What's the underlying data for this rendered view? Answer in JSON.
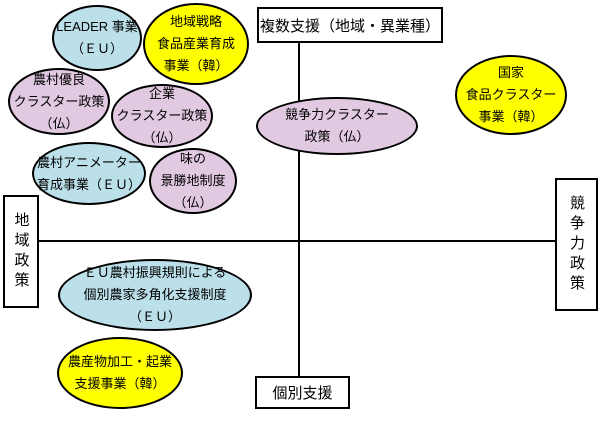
{
  "colors": {
    "yellow": "#FFFF00",
    "blue": "#BCE0EA",
    "pink": "#E1C9E1",
    "line": "#000000"
  },
  "axis_labels": {
    "top": "複数支援（地域・異業種）",
    "bottom": "個別支援",
    "left": "地域政策",
    "right": "競争力政策"
  },
  "bubbles": [
    {
      "id": "chiiki-senryaku",
      "color": "yellow",
      "lines": [
        "地域戦略",
        "食品産業育成",
        "事業（韓）"
      ]
    },
    {
      "id": "leader",
      "color": "blue",
      "lines": [
        "LEADER 事業",
        "（ＥＵ）"
      ]
    },
    {
      "id": "nouson-yuuryou",
      "color": "pink",
      "lines": [
        "農村優良",
        "クラスター政策",
        "（仏）"
      ]
    },
    {
      "id": "kigyou-cluster",
      "color": "pink",
      "lines": [
        "企業",
        "クラスター政策",
        "（仏）"
      ]
    },
    {
      "id": "nouson-animator",
      "color": "blue",
      "lines": [
        "農村アニメーター",
        "育成事業（ＥＵ）"
      ]
    },
    {
      "id": "aji-keishouchi",
      "color": "pink",
      "lines": [
        "味の",
        "景勝地制度",
        "（仏）"
      ]
    },
    {
      "id": "kyousouryoku-cluster",
      "color": "pink",
      "lines": [
        "競争力クラスター",
        "政策（仏）"
      ]
    },
    {
      "id": "kokka-shokuhin-cluster",
      "color": "yellow",
      "lines": [
        "国家",
        "食品クラスター",
        "事業（韓）"
      ]
    },
    {
      "id": "eu-nouson-kisoku",
      "color": "blue",
      "lines": [
        "ＥＵ農村振興規則による",
        "個別農家多角化支援制度",
        "（ＥＵ）"
      ]
    },
    {
      "id": "nousanbutsu-kakou",
      "color": "yellow",
      "lines": [
        "農産物加工・起業",
        "支援事業（韓）"
      ]
    }
  ]
}
